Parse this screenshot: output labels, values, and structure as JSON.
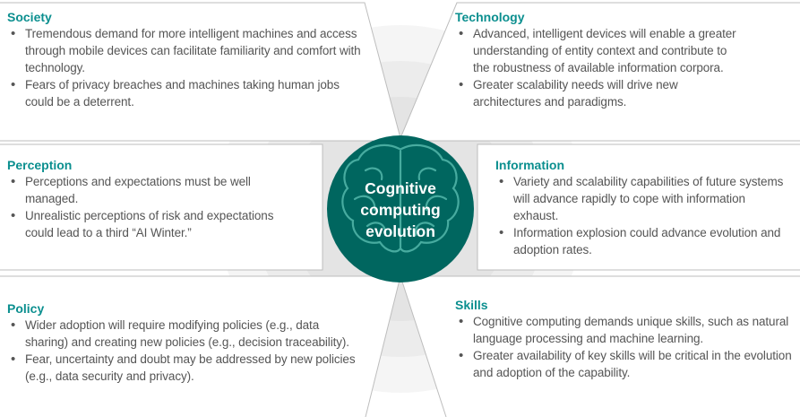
{
  "colors": {
    "accent_teal": "#0b8f8f",
    "circle_fill": "#00665f",
    "text_gray": "#555555",
    "ring_gray": "#ececec",
    "border_gray": "#bdbdbd"
  },
  "center": {
    "label": "Cognitive\ncomputing\nevolution",
    "icon": "brain-icon"
  },
  "panels": {
    "society": {
      "title": "Society",
      "bullets": [
        "Tremendous demand for more intelligent machines and access through mobile devices can facilitate familiarity and comfort with technology.",
        "Fears of privacy breaches and machines taking human jobs could be a deterrent."
      ]
    },
    "technology": {
      "title": "Technology",
      "bullets": [
        "Advanced, intelligent devices will enable a greater\nunderstanding of entity context and contribute to\nthe robustness of available information corpora.",
        "Greater scalability needs will drive new\narchitectures and paradigms."
      ]
    },
    "perception": {
      "title": "Perception",
      "bullets": [
        "Perceptions and expectations must be well managed.",
        "Unrealistic perceptions of risk and expectations could lead to a third “AI Winter.”"
      ]
    },
    "information": {
      "title": "Information",
      "bullets": [
        "Variety and scalability capabilities of future systems will advance rapidly to cope with information exhaust.",
        "Information explosion could advance evolution and adoption rates."
      ]
    },
    "policy": {
      "title": "Policy",
      "bullets": [
        "Wider adoption will require modifying policies (e.g., data sharing) and creating new policies (e.g., decision traceability).",
        "Fear, uncertainty and doubt may be addressed by new policies (e.g., data security and privacy)."
      ]
    },
    "skills": {
      "title": "Skills",
      "bullets": [
        "Cognitive computing demands unique skills, such as natural language processing and machine learning.",
        "Greater availability of key skills will be critical in the evolution and adoption of the capability."
      ]
    }
  }
}
